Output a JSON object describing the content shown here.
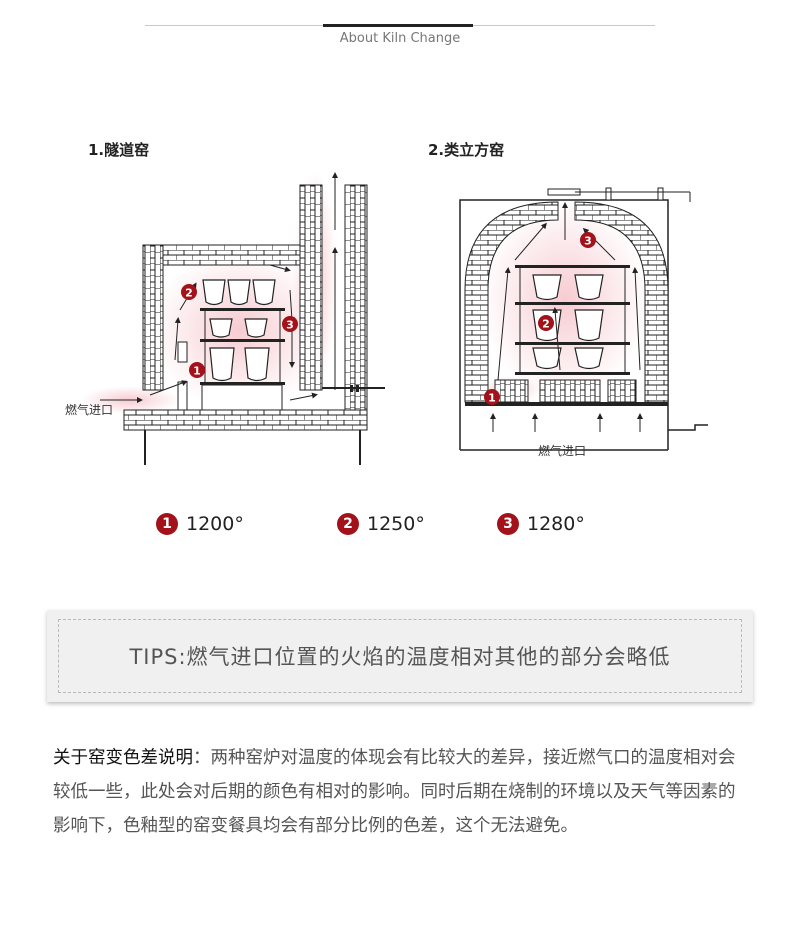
{
  "header": {
    "title": "About Kiln Change"
  },
  "diagrams": {
    "tunnel": {
      "title": "1.隧道窑",
      "inlet_label": "燃气进口"
    },
    "vertical": {
      "title": "2.类立方窑",
      "inlet_label": "燃气进口"
    },
    "markers": [
      "1",
      "2",
      "3"
    ]
  },
  "legend": [
    {
      "num": "1",
      "temp": "1200°"
    },
    {
      "num": "2",
      "temp": "1250°"
    },
    {
      "num": "3",
      "temp": "1280°"
    }
  ],
  "tips": {
    "text": "TIPS:燃气进口位置的火焰的温度相对其他的部分会略低"
  },
  "description": {
    "title": "关于窑变色差说明",
    "body": "：两种窑炉对温度的体现会有比较大的差异，接近燃气口的温度相对会较低一些，此处会对后期的颜色有相对的影响。同时后期在烧制的环境以及天气等因素的影响下，色釉型的窑变餐具均会有部分比例的色差，这个无法避免。"
  },
  "colors": {
    "marker": "#a3111a",
    "heat": "#f6c9cf",
    "ink": "#222222",
    "tips_bg": "#f0f0f0"
  }
}
